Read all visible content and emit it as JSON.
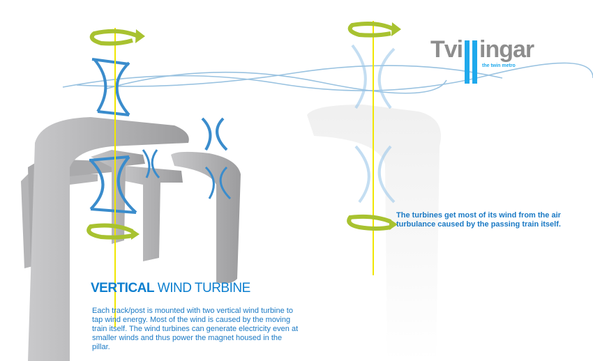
{
  "logo": {
    "part1": "Tvi",
    "part2": "ingar",
    "tagline": "the twin metro"
  },
  "heading": {
    "bold": "VERTICAL",
    "light": "WIND TURBINE"
  },
  "description": "Each track/post is mounted with two vertical wind turbine to tap wind energy. Most of the wind is caused by the moving train itself. The wind turbines can generate electricity even at smaller winds and thus power the magnet housed in the pillar.",
  "note": "The turbines get most of its wind from the air turbulance caused by the passing train itself.",
  "colors": {
    "accent": "#1a79c4",
    "logo_blue": "#1fa9ec",
    "arrow": "#a8c230",
    "axis": "#f0e600"
  }
}
